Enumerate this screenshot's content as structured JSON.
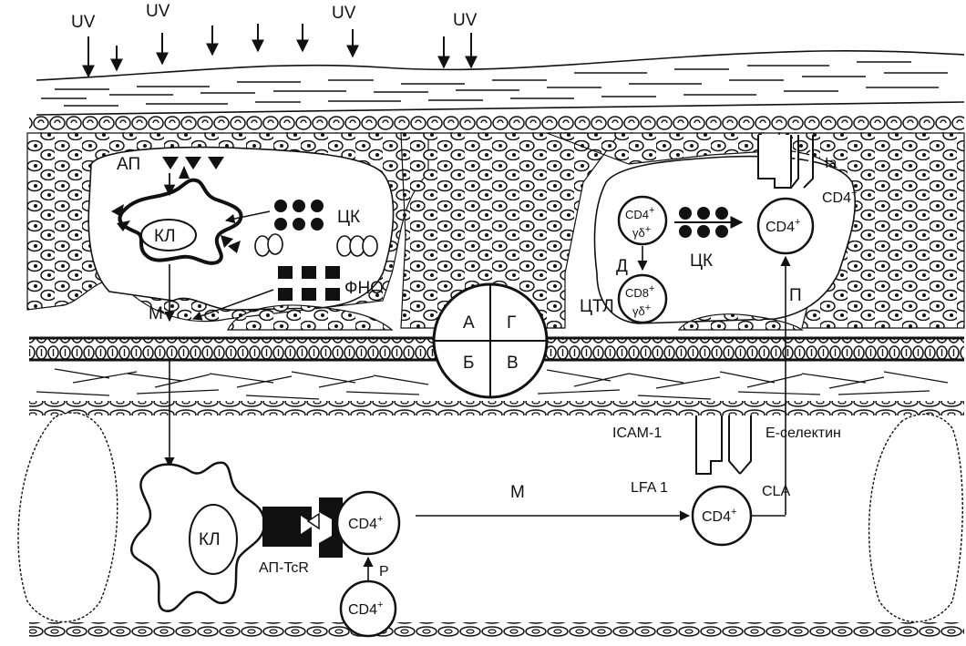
{
  "uv_labels": [
    "UV",
    "UV",
    "UV",
    "UV"
  ],
  "labels": {
    "ap": "АП",
    "kl_top": "КЛ",
    "ck_left": "ЦК",
    "fno": "ФНО",
    "m_top": "М",
    "quadrant_a": "А",
    "quadrant_g": "Г",
    "quadrant_b": "Б",
    "quadrant_v": "В",
    "d": "Д",
    "ctl": "ЦТЛ",
    "ck_right": "ЦК",
    "ia": "Ia",
    "p": "П",
    "icam": "ICAM-1",
    "e_selectin": "Е-селектин",
    "lfa": "LFA 1",
    "cla": "CLA",
    "m_bottom": "М",
    "kl_bottom": "КЛ",
    "ap_tcr": "АП-TcR",
    "r": "Р"
  },
  "cells": {
    "cd4": "CD4",
    "cd8": "CD8",
    "plus": "+",
    "gd": "γδ",
    "gd_plus": "+"
  }
}
